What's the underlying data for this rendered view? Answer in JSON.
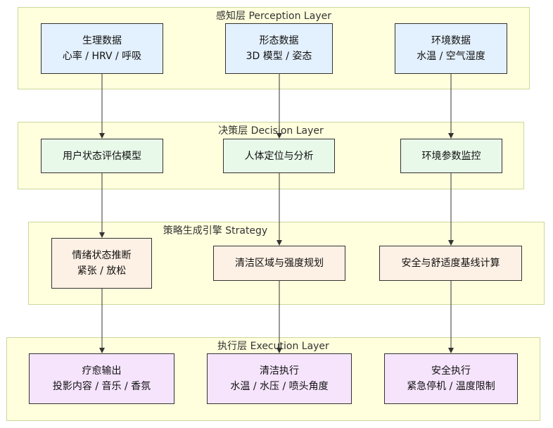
{
  "layers": [
    {
      "title": "感知层 Perception Layer",
      "nodes": [
        {
          "line1": "生理数据",
          "line2": "心率 / HRV / 呼吸"
        },
        {
          "line1": "形态数据",
          "line2": "3D 模型 / 姿态"
        },
        {
          "line1": "环境数据",
          "line2": "水温 / 空气湿度"
        }
      ]
    },
    {
      "title": "决策层 Decision Layer",
      "nodes": [
        {
          "line1": "用户状态评估模型"
        },
        {
          "line1": "人体定位与分析"
        },
        {
          "line1": "环境参数监控"
        }
      ]
    },
    {
      "title": "策略生成引擎 Strategy\nEngine",
      "nodes": [
        {
          "line1": "情绪状态推断",
          "line2": "紧张 / 放松"
        },
        {
          "line1": "清洁区域与强度规划"
        },
        {
          "line1": "安全与舒适度基线计算"
        }
      ]
    },
    {
      "title": "执行层 Execution Layer",
      "nodes": [
        {
          "line1": "疗愈输出",
          "line2": "投影内容 / 音乐 / 香氛"
        },
        {
          "line1": "清洁执行",
          "line2": "水温 / 水压 / 喷头角度"
        },
        {
          "line1": "安全执行",
          "line2": "紧急停机 / 温度限制"
        }
      ]
    }
  ],
  "colors": {
    "layer_fill": "#ffffde",
    "layer_border": "#cdd79c",
    "perception_node": "#e3f0fd",
    "decision_node": "#e8f8e9",
    "strategy_node": "#fdf0e4",
    "execution_node": "#f6e4fd",
    "edge": "#333333"
  }
}
